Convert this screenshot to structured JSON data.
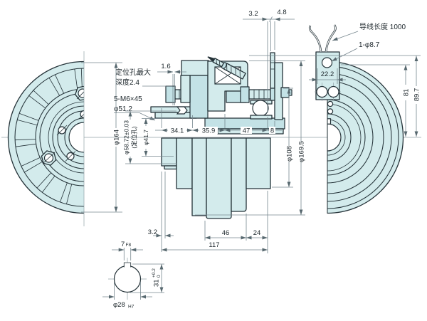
{
  "drawing_type": "engineering-drawing",
  "colors": {
    "part_fill": "#d3ebec",
    "part_fill_dark": "#c3e2e6",
    "outline": "#243238",
    "dimension_line": "#77878f",
    "text": "#1c262b",
    "background": "#ffffff"
  },
  "section_view": {
    "top_dims": {
      "gap_a": "3.2",
      "gap_b": "4.8",
      "recess": "1.6"
    },
    "notes": {
      "pilot_line1": "定位孔最大",
      "pilot_line2": "深度2.4",
      "bolts": "5-M6×45",
      "bolt_circle": "φ51.2"
    },
    "dia": {
      "front_outer": "φ164",
      "pilot": "φ58.72±0.03",
      "pilot_note": "(定位孔)",
      "hub": "φ41.7",
      "rotor": "φ108",
      "overall": "φ169.5"
    },
    "lengths_top": [
      "34.1",
      "35.9",
      "47",
      "8"
    ],
    "lengths_bottom": {
      "step": "3.2",
      "mid": "46",
      "end": "24",
      "total": "117"
    }
  },
  "rear_view": {
    "lead_note": "导线长度 1000",
    "hole": "1-φ8.7",
    "terminal_width": "22.2",
    "height_inner": "81",
    "height_outer": "89.7"
  },
  "bore_detail": {
    "keyway_width": "7",
    "keyway_fit": "F8",
    "depth": "31",
    "tol_upper": "+0.2",
    "tol_lower": "0",
    "bore": "φ28",
    "bore_fit": "H7"
  }
}
